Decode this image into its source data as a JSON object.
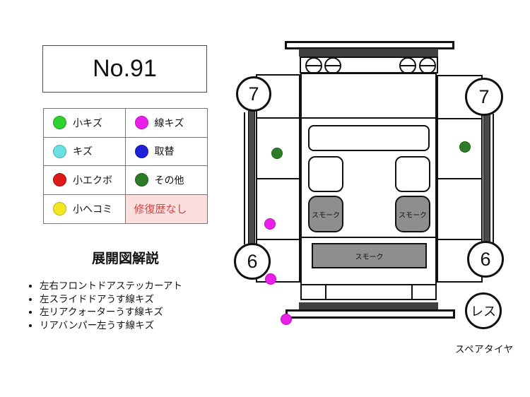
{
  "page": {
    "no": "No.91"
  },
  "legend": {
    "items": [
      {
        "label": "小キズ",
        "color": "#2fd32f"
      },
      {
        "label": "線キズ",
        "color": "#ea1fea"
      },
      {
        "label": "キズ",
        "color": "#6ce0e0"
      },
      {
        "label": "取替",
        "color": "#2020d8"
      },
      {
        "label": "小エクボ",
        "color": "#dd1a1a"
      },
      {
        "label": "その他",
        "color": "#2c7d26"
      },
      {
        "label": "小ヘコミ",
        "color": "#f2e722"
      }
    ],
    "no_repair": "修復歴なし"
  },
  "explanation": {
    "heading": "展開図解説",
    "items": [
      "左右フロントドアステッカーアト",
      "左スライドドアうす線キズ",
      "左リアクォーターうす線キズ",
      "リアバンパー左うす線キズ"
    ]
  },
  "diagram": {
    "badges": {
      "front_left": "7",
      "front_right": "7",
      "rear_left": "6",
      "rear_right": "6",
      "spare": "レス"
    },
    "smoke_label": "スモーク",
    "spare_tire_label": "スペアタイヤ",
    "marks": [
      {
        "type": "その他",
        "color": "#2c7d26",
        "location": "left-front-door"
      },
      {
        "type": "その他",
        "color": "#2c7d26",
        "location": "right-front-door"
      },
      {
        "type": "線キズ",
        "color": "#ea1fea",
        "location": "left-slide-door"
      },
      {
        "type": "線キズ",
        "color": "#ea1fea",
        "location": "left-rear-quarter"
      },
      {
        "type": "線キズ",
        "color": "#ea1fea",
        "location": "rear-bumper-left"
      }
    ]
  },
  "colors": {
    "smoke_gray": "#8e8e8e",
    "dark_strip": "#3f3f3f",
    "no_repair_bg": "#fbdede",
    "no_repair_text": "#cd4848"
  }
}
